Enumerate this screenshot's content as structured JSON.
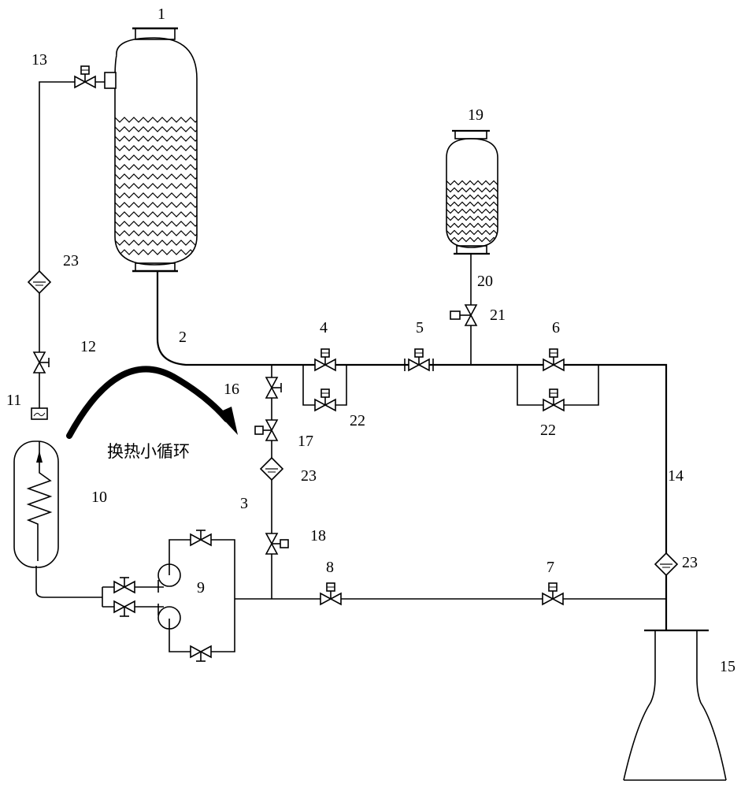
{
  "labels": {
    "n1": "1",
    "n2": "2",
    "n3": "3",
    "n4": "4",
    "n5": "5",
    "n6": "6",
    "n7": "7",
    "n8": "8",
    "n9": "9",
    "n10": "10",
    "n11": "11",
    "n12": "12",
    "n13": "13",
    "n14": "14",
    "n15": "15",
    "n16": "16",
    "n17": "17",
    "n18": "18",
    "n19": "19",
    "n20": "20",
    "n21": "21",
    "n22a": "22",
    "n22b": "22",
    "n23a": "23",
    "n23b": "23",
    "n23c": "23"
  },
  "annotation": "换热小循环",
  "components": [
    "main-propellant-tank",
    "auxiliary-tank",
    "heat-exchanger",
    "thrust-chamber",
    "pump-assembly",
    "filter",
    "valve"
  ]
}
